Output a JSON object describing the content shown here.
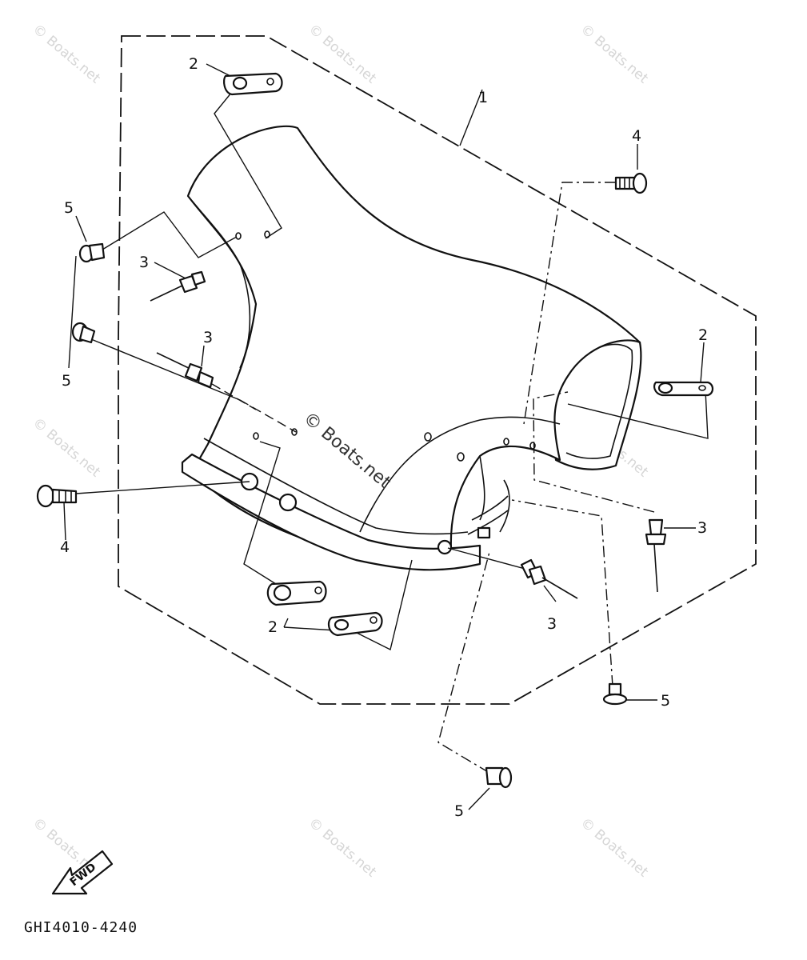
{
  "watermark": {
    "text": "© Boats.net"
  },
  "center_watermark": "© Boats.net",
  "part_labels": {
    "p1": "1",
    "p2a": "2",
    "p2b": "2",
    "p2c": "2",
    "p3a": "3",
    "p3b": "3",
    "p3c": "3",
    "p3d": "3",
    "p4a": "4",
    "p4b": "4",
    "p5a": "5",
    "p5b": "5",
    "p5c": "5",
    "p5d": "5"
  },
  "fwd_label": "FWD",
  "drawing_code": "GHI4010-4240"
}
